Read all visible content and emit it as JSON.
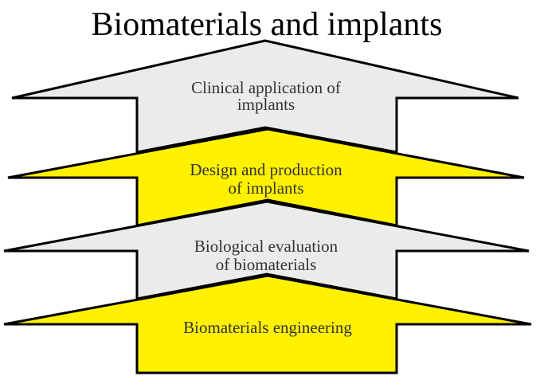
{
  "title": "Biomaterials and implants",
  "colors": {
    "background": "#ffffff",
    "outline": "#000000",
    "title_text": "#000000",
    "label_text": "#333333",
    "gray_arrow": "#ebebeb",
    "yellow_arrow": "#fff100"
  },
  "arrows": [
    {
      "id": "clinical-application-of-implants",
      "fill": "#ebebeb",
      "label": "Clinical application of implants",
      "lines": {
        "0": "Clinical application of",
        "1": "implants"
      }
    },
    {
      "id": "design-and-production-of-implants",
      "fill": "#fff100",
      "label": "Design and production of implants",
      "lines": {
        "0": "Design and production",
        "1": "of implants"
      }
    },
    {
      "id": "biological-evaluation-of-biomaterials",
      "fill": "#ebebeb",
      "label": "Biological evaluation of biomaterials",
      "lines": {
        "0": "Biological evaluation",
        "1": "of biomaterials"
      }
    },
    {
      "id": "biomaterials-engineering",
      "fill": "#fff100",
      "label": "Biomaterials engineering",
      "lines": {
        "0": "Biomaterials engineering"
      }
    }
  ]
}
